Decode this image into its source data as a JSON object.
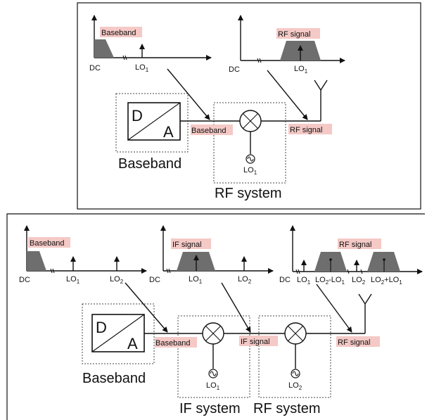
{
  "top": {
    "spectrum_left": {
      "band_label": "Baseband",
      "dc": "DC",
      "lo": "LO",
      "lo_sub": "1"
    },
    "spectrum_right": {
      "band_label": "RF signal",
      "dc": "DC",
      "lo": "LO",
      "lo_sub": "1"
    },
    "dac": {
      "d": "D",
      "a": "A"
    },
    "baseband_block": "Baseband",
    "rf_block": "RF system",
    "wire_baseband": "Baseband",
    "wire_rf": "RF signal",
    "osc": {
      "lo": "LO",
      "sub": "1"
    }
  },
  "bottom": {
    "spectrum_1": {
      "band_label": "Baseband",
      "dc": "DC",
      "lo1": "LO",
      "lo1_sub": "1",
      "lo2": "LO",
      "lo2_sub": "2"
    },
    "spectrum_2": {
      "band_label": "IF signal",
      "dc": "DC",
      "lo1": "LO",
      "lo1_sub": "1",
      "lo2": "LO",
      "lo2_sub": "2"
    },
    "spectrum_3": {
      "band_label": "RF signal",
      "dc": "DC",
      "lo1": "LO",
      "lo1_sub": "1",
      "diff": "LO",
      "diff_sub1": "2",
      "diff_mid": "-LO",
      "diff_sub2": "1",
      "lo2": "LO",
      "lo2_sub": "2",
      "sum": "LO",
      "sum_sub1": "2",
      "sum_mid": "+LO",
      "sum_sub2": "1"
    },
    "dac": {
      "d": "D",
      "a": "A"
    },
    "baseband_block": "Baseband",
    "if_block": "IF system",
    "rf_block": "RF system",
    "wire_baseband": "Baseband",
    "wire_if": "IF signal",
    "wire_rf": "RF signal",
    "osc1": {
      "lo": "LO",
      "sub": "1"
    },
    "osc2": {
      "lo": "LO",
      "sub": "2"
    }
  }
}
